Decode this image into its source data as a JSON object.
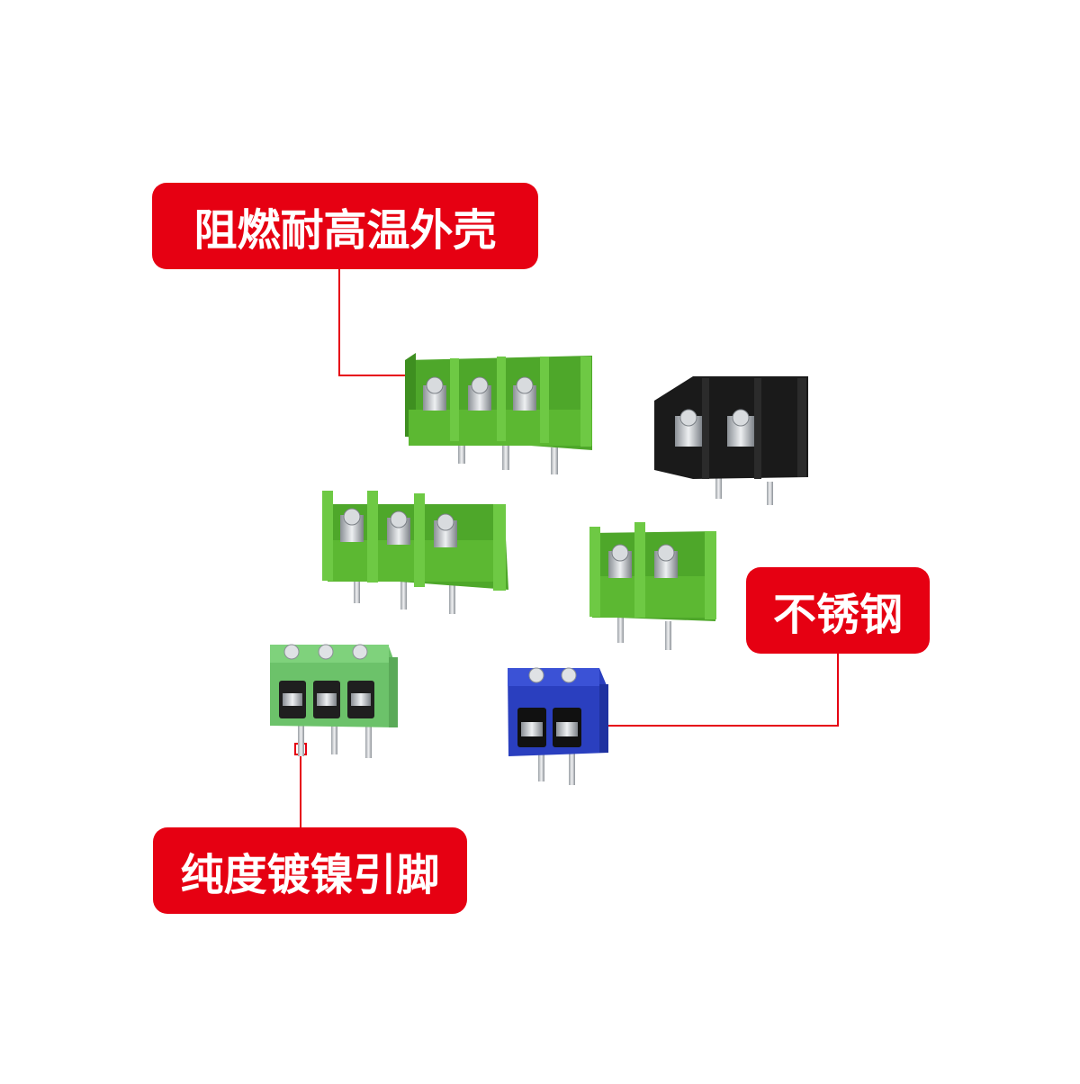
{
  "callouts": {
    "shell": "阻燃耐高温外壳",
    "steel": "不锈钢",
    "pins": "纯度镀镍引脚"
  },
  "colors": {
    "callout_red": "#e60012",
    "housing_green": "#5cb832",
    "housing_green_light": "#6cc26a",
    "housing_black": "#1a1a1a",
    "housing_blue": "#2a3fbf",
    "metal_silver": "#c8ccd0"
  },
  "products": [
    {
      "name": "green-3-pole-barrier-block-large",
      "color": "green",
      "poles": 3
    },
    {
      "name": "black-2-pole-barrier-block",
      "color": "black",
      "poles": 2
    },
    {
      "name": "green-3-pole-barrier-block",
      "color": "green",
      "poles": 3
    },
    {
      "name": "green-2-pole-barrier-block",
      "color": "green",
      "poles": 2
    },
    {
      "name": "light-green-3-pole-screw-terminal",
      "color": "light-green",
      "poles": 3
    },
    {
      "name": "blue-2-pole-screw-terminal",
      "color": "blue",
      "poles": 2
    }
  ]
}
